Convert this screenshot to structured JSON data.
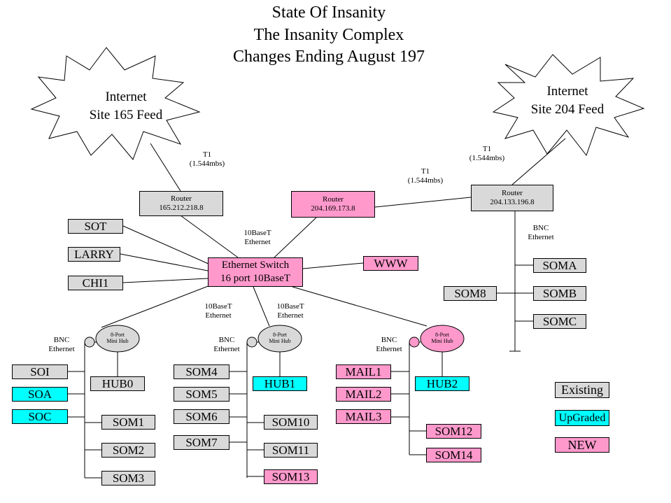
{
  "title_lines": [
    "State Of Insanity",
    "The Insanity Complex",
    "Changes Ending August 197"
  ],
  "colors": {
    "existing": "#d9d9d9",
    "upgraded": "#00ffff",
    "new": "#ff99cc"
  },
  "clouds": {
    "left": {
      "line1": "Internet",
      "line2": "Site 165 Feed"
    },
    "right": {
      "line1": "Internet",
      "line2": "Site 204 Feed"
    }
  },
  "links": {
    "t1_left": {
      "line1": "T1",
      "line2": "(1.544mbs)"
    },
    "t1_mid": {
      "line1": "T1",
      "line2": "(1.544mbs)"
    },
    "t1_right": {
      "line1": "T1",
      "line2": "(1.544mbs)"
    },
    "eth_switch": {
      "line1": "10BaseT",
      "line2": "Ethernet"
    },
    "eth_hub0": {
      "line1": "10BaseT",
      "line2": "Ethernet"
    },
    "eth_hub1": {
      "line1": "10BaseT",
      "line2": "Ethernet"
    },
    "bnc_right": {
      "line1": "BNC",
      "line2": "Ethernet"
    },
    "bnc_hub0": {
      "line1": "BNC",
      "line2": "Ethernet"
    },
    "bnc_hub1": {
      "line1": "BNC",
      "line2": "Ethernet"
    },
    "bnc_hub2": {
      "line1": "BNC",
      "line2": "Ethernet"
    }
  },
  "routers": {
    "left": {
      "line1": "Router",
      "line2": "165.212.218.8"
    },
    "mid": {
      "line1": "Router",
      "line2": "204.169.173.8"
    },
    "right": {
      "line1": "Router",
      "line2": "204.133.196.8"
    }
  },
  "switch": {
    "line1": "Ethernet Switch",
    "line2": "16 port 10BaseT"
  },
  "hub_label": {
    "line1": "8-Port",
    "line2": "Mini Hub"
  },
  "nodes": {
    "sot": "SOT",
    "larry": "LARRY",
    "chi1": "CHI1",
    "www": "WWW",
    "soma": "SOMA",
    "somb": "SOMB",
    "somc": "SOMC",
    "som8": "SOM8",
    "soi": "SOI",
    "soa": "SOA",
    "soc": "SOC",
    "hub0": "HUB0",
    "som1": "SOM1",
    "som2": "SOM2",
    "som3": "SOM3",
    "som4": "SOM4",
    "som5": "SOM5",
    "som6": "SOM6",
    "som7": "SOM7",
    "hub1": "HUB1",
    "som10": "SOM10",
    "som11": "SOM11",
    "som13": "SOM13",
    "mail1": "MAIL1",
    "mail2": "MAIL2",
    "mail3": "MAIL3",
    "hub2": "HUB2",
    "som12": "SOM12",
    "som14": "SOM14"
  },
  "legend": {
    "existing": "Existing",
    "upgraded": "UpGraded",
    "new": "NEW"
  }
}
